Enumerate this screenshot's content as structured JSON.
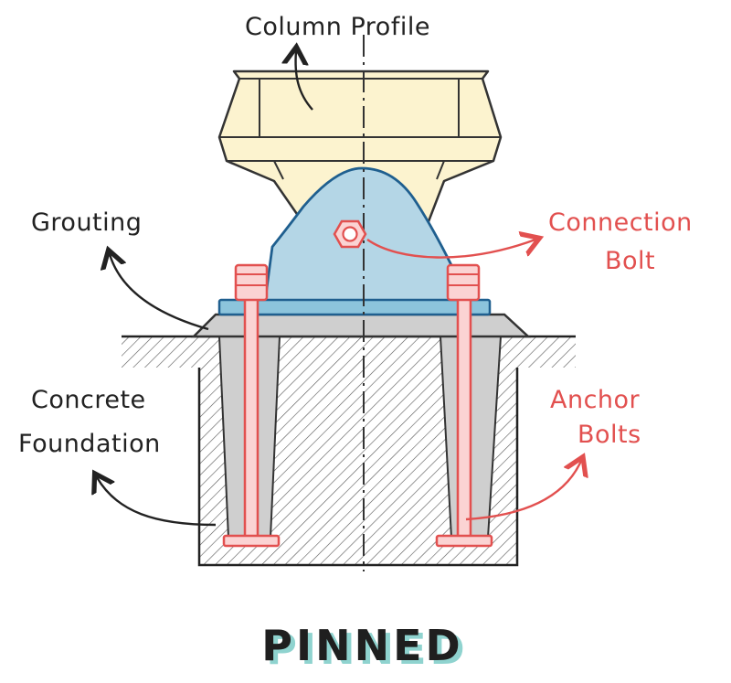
{
  "labels": {
    "column_profile": "Column Profile",
    "grouting": "Grouting",
    "connection_bolt_line1": "Connection",
    "connection_bolt_line2": "Bolt",
    "concrete_line1": "Concrete",
    "concrete_line2": "Foundation",
    "anchor_line1": "Anchor",
    "anchor_line2": "Bolts"
  },
  "title": "PINNED",
  "colors": {
    "ink": "#222222",
    "accent_red": "#e2504f",
    "column_fill": "#fcf3cf",
    "plate_fill": "#b4d6e6",
    "base_plate": "#8cc4dc",
    "bolt_fill": "#fbd3d3",
    "grout_fill": "#cfcfcf",
    "title_shadow": "#8fd3cf"
  }
}
